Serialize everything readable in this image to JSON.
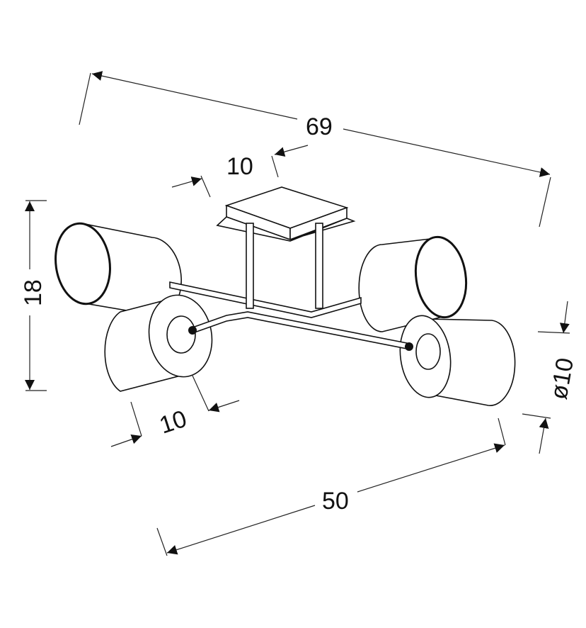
{
  "diagram": {
    "dimensions": {
      "overall_width": "69",
      "canopy_width": "10",
      "height": "18",
      "shade_length": "10",
      "shade_diameter": "ø10",
      "arm_span": "50"
    }
  }
}
